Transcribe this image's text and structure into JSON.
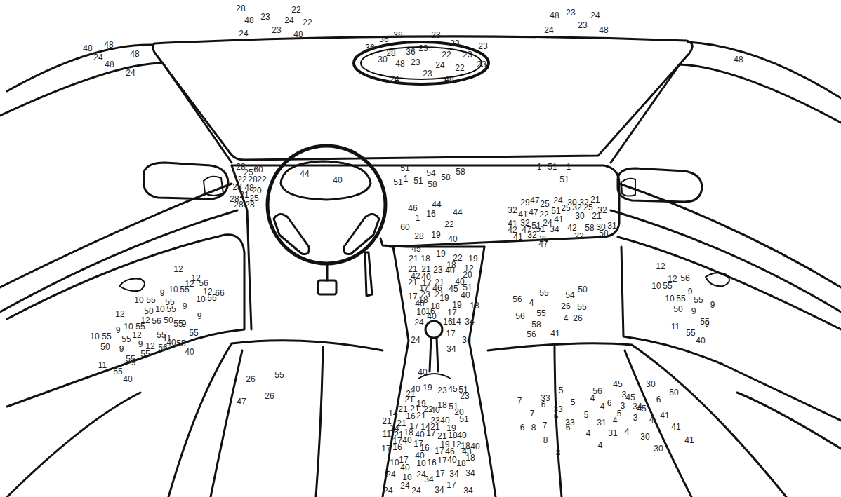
{
  "diagram": {
    "labels": [
      "28",
      "22",
      "48",
      "23",
      "24",
      "22",
      "24",
      "23",
      "48",
      "48",
      "48",
      "24",
      "48",
      "48",
      "24",
      "48",
      "23",
      "24",
      "23",
      "24",
      "48",
      "48",
      "36",
      "36",
      "23",
      "36",
      "23",
      "23",
      "28",
      "36",
      "23",
      "22",
      "23",
      "30",
      "48",
      "23",
      "24",
      "22",
      "23",
      "24",
      "23",
      "48",
      "28",
      "25",
      "60",
      "22",
      "28",
      "22",
      "28",
      "48",
      "21",
      "20",
      "28",
      "25",
      "28",
      "28",
      "44",
      "40",
      "51",
      "54",
      "58",
      "1",
      "51",
      "51",
      "58",
      "58",
      "1",
      "51",
      "1",
      "51",
      "46",
      "44",
      "16",
      "44",
      "1",
      "22",
      "60",
      "28",
      "19",
      "40",
      "29",
      "47",
      "25",
      "24",
      "30",
      "32",
      "21",
      "32",
      "41",
      "47",
      "22",
      "51",
      "25",
      "32",
      "25",
      "32",
      "41",
      "32",
      "51",
      "24",
      "41",
      "30",
      "21",
      "42",
      "47",
      "51",
      "34",
      "42",
      "58",
      "30",
      "31",
      "41",
      "32",
      "25",
      "47",
      "22",
      "58",
      "45",
      "19",
      "22",
      "19",
      "21",
      "18",
      "18",
      "12",
      "21",
      "21",
      "23",
      "40",
      "20",
      "40",
      "42",
      "21",
      "17",
      "21",
      "40",
      "51",
      "45",
      "17",
      "46",
      "19",
      "23",
      "21",
      "17",
      "18",
      "40",
      "40",
      "18",
      "19",
      "18",
      "17",
      "10",
      "16",
      "40",
      "16",
      "14",
      "34",
      "24",
      "24",
      "17",
      "34",
      "34",
      "12",
      "12",
      "12",
      "56",
      "12",
      "66",
      "10",
      "55",
      "9",
      "10",
      "55",
      "55",
      "9",
      "10",
      "55",
      "12",
      "50",
      "10",
      "55",
      "9",
      "12",
      "56",
      "50",
      "55",
      "9",
      "10",
      "55",
      "9",
      "12",
      "55",
      "55",
      "11",
      "10",
      "55",
      "50",
      "9",
      "12",
      "56",
      "40",
      "55",
      "55",
      "9",
      "55",
      "40",
      "11",
      "55",
      "9",
      "55",
      "40",
      "26",
      "55",
      "47",
      "26",
      "56",
      "55",
      "54",
      "50",
      "4",
      "26",
      "55",
      "56",
      "55",
      "4",
      "26",
      "58",
      "56",
      "41",
      "12",
      "12",
      "56",
      "10",
      "55",
      "9",
      "10",
      "55",
      "55",
      "9",
      "50",
      "9",
      "55",
      "9",
      "11",
      "55",
      "40",
      "7",
      "33",
      "5",
      "6",
      "7",
      "33",
      "6",
      "5",
      "5",
      "33",
      "6",
      "7",
      "8",
      "6",
      "8",
      "8",
      "56",
      "4",
      "45",
      "3",
      "45",
      "6",
      "3",
      "4",
      "34",
      "5",
      "3",
      "4",
      "45",
      "31",
      "4",
      "31",
      "4",
      "30",
      "6",
      "50",
      "4",
      "41",
      "41",
      "30",
      "41",
      "30",
      "4",
      "40",
      "40",
      "21",
      "19",
      "23",
      "45",
      "51",
      "23",
      "21",
      "21",
      "21",
      "19",
      "22",
      "40",
      "18",
      "51",
      "20",
      "14",
      "16",
      "21",
      "23",
      "40",
      "51",
      "21",
      "14",
      "21",
      "17",
      "14",
      "21",
      "19",
      "11",
      "21",
      "18",
      "40",
      "17",
      "21",
      "18",
      "40",
      "17",
      "40",
      "17",
      "19",
      "12",
      "18",
      "40",
      "17",
      "16",
      "16",
      "17",
      "46",
      "43",
      "18",
      "40",
      "10",
      "17",
      "10",
      "16",
      "17",
      "40",
      "18",
      "24",
      "40",
      "10",
      "24",
      "34",
      "17",
      "34",
      "34",
      "24",
      "24",
      "24",
      "34",
      "17",
      "34"
    ]
  }
}
